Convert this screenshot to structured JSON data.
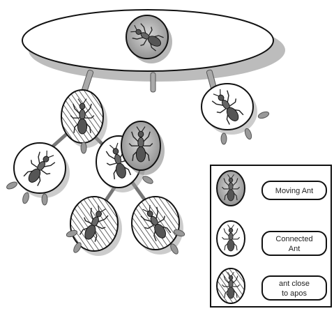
{
  "legend": {
    "moving": "Moving Ant",
    "connected_line1": "Connected",
    "connected_line2": "Ant",
    "close_line1": "ant close",
    "close_line2": "to apos"
  },
  "colors": {
    "moving_fill": "#8a8a8a",
    "connected_fill": "#ffffff",
    "close_fill": "#ffffff",
    "outline": "#111111",
    "shadow": "#9a9a9a",
    "peg": "#b0b0b0"
  }
}
